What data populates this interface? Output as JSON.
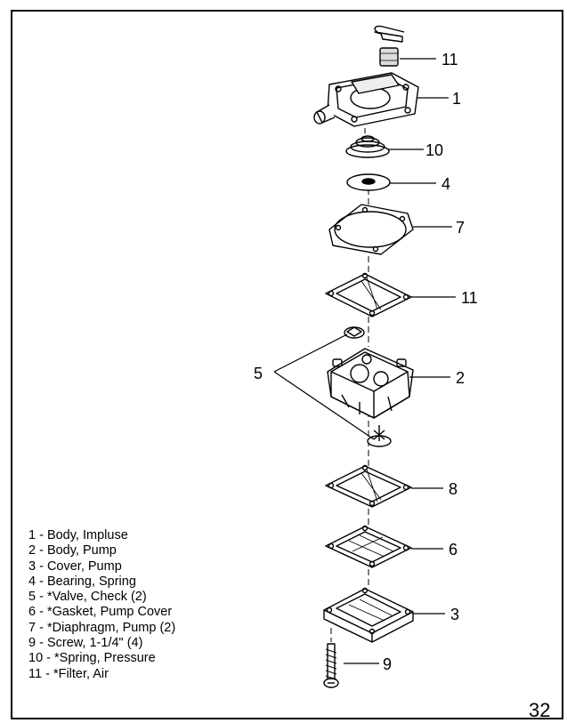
{
  "callouts": [
    "11",
    "1",
    "10",
    "4",
    "7",
    "11",
    "5",
    "2",
    "8",
    "6",
    "3",
    "9"
  ],
  "legend": [
    " 1 - Body, Impluse",
    " 2 - Body, Pump",
    " 3 - Cover, Pump",
    " 4 - Bearing, Spring",
    " 5 - *Valve, Check (2)",
    " 6 - *Gasket, Pump Cover",
    " 7 - *Diaphragm, Pump (2)",
    " 9 - Screw, 1-1/4\" (4)",
    "10 - *Spring, Pressure",
    "11 - *Filter, Air"
  ],
  "page_number": "32"
}
